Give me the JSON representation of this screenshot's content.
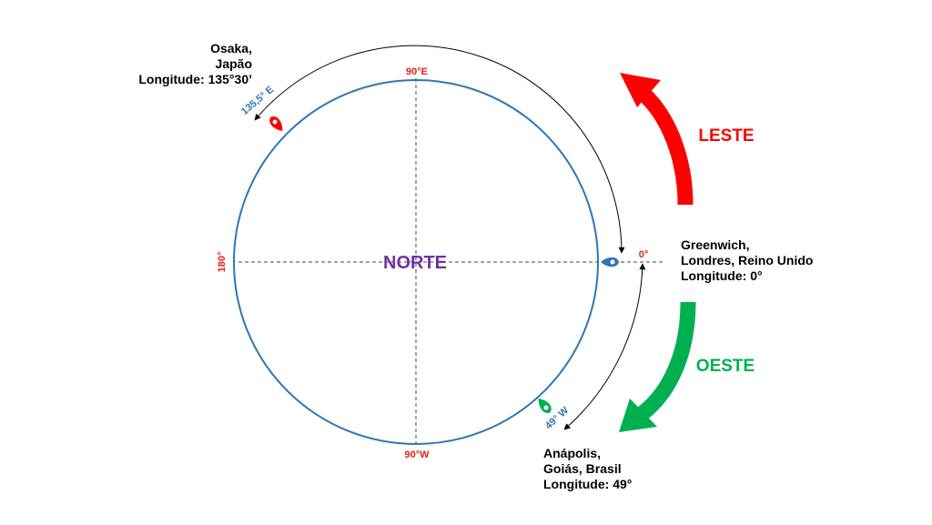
{
  "center_label": "NORTE",
  "directions": {
    "east": {
      "label": "LESTE",
      "color": "#ff0000"
    },
    "west": {
      "label": "OESTE",
      "color": "#00b050"
    }
  },
  "degree_labels": {
    "top": "90°E",
    "bottom": "90°W",
    "left": "180°",
    "right": "0°",
    "color": "#e02020"
  },
  "markers": {
    "osaka": {
      "angle_label": "135,5° E",
      "color": "#ff0000",
      "label_color": "#2e75b6"
    },
    "greenwich": {
      "color": "#2e75b6"
    },
    "anapolis": {
      "angle_label": "49° W",
      "color": "#00b050",
      "label_color": "#2e75b6"
    }
  },
  "places": {
    "osaka": [
      "Osaka,",
      "Japão",
      "Longitude: 135°30’"
    ],
    "greenwich": [
      "Greenwich,",
      "Londres, Reino Unido",
      "Longitude: 0°"
    ],
    "anapolis": [
      "Anápolis,",
      "Goiás, Brasil",
      "Longitude: 49°"
    ]
  },
  "colors": {
    "circle": "#2e75b6",
    "text": "#000000",
    "center_label": "#7030a0"
  }
}
